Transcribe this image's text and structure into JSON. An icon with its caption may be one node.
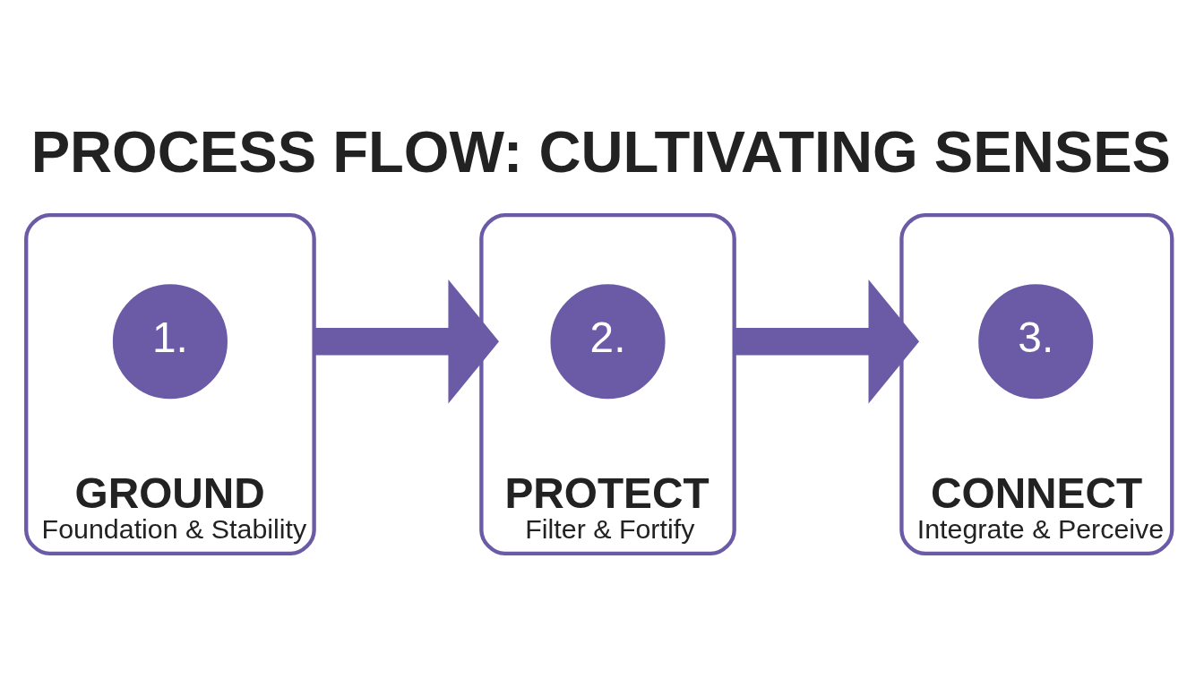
{
  "diagram": {
    "title": "PROCESS FLOW: CULTIVATING SENSES",
    "nodes": [
      {
        "text": [
          "GROUND",
          "Foundation & Stability"
        ]
      },
      {
        "text": [
          "1."
        ],
        "in": 0
      },
      {
        "text": [
          "PROTECT",
          "Filter & Fortify"
        ]
      },
      {
        "text": [
          "2."
        ],
        "in": 2
      },
      {
        "text": [
          "CONNECT",
          "Integrate & Perceive"
        ]
      },
      {
        "text": [
          "3."
        ],
        "in": 4
      }
    ],
    "edges": [
      {
        "from": 0,
        "to": 2,
        "arrow": "to"
      },
      {
        "from": 2,
        "to": 4,
        "arrow": "to"
      }
    ]
  }
}
